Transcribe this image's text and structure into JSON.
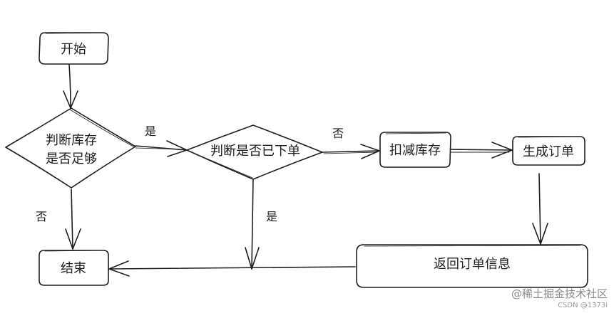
{
  "nodes": {
    "start": "开始",
    "check_stock_line1": "判断库存",
    "check_stock_line2": "是否足够",
    "check_order": "判断是否已下单",
    "deduct_stock": "扣减库存",
    "create_order": "生成订单",
    "end": "结束",
    "return_info": "返回订单信息"
  },
  "edges": {
    "stock_yes": "是",
    "stock_no": "否",
    "order_no": "否",
    "order_yes": "是"
  },
  "watermark": {
    "main": "@稀土掘金技术社区",
    "sub": "CSDN @1373i"
  }
}
